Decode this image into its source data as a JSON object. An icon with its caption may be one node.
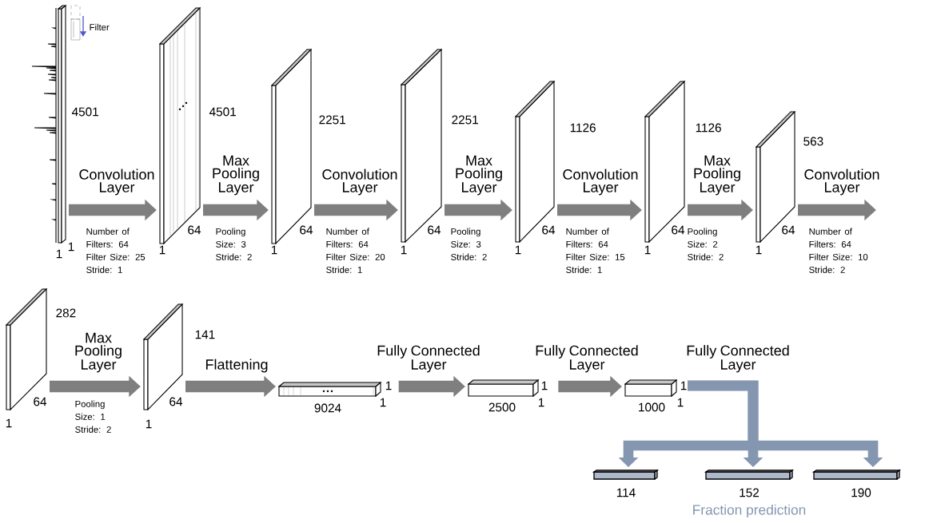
{
  "diagram": {
    "nodes": [
      {
        "text": [],
        "shape": "box",
        "beside": [
          "4501",
          "1",
          "1"
        ]
      },
      {
        "text": [],
        "shape": "box",
        "beside": [
          "4501",
          "64",
          "1"
        ]
      },
      {
        "text": [],
        "shape": "box",
        "beside": [
          "2251",
          "64",
          "1"
        ]
      },
      {
        "text": [],
        "shape": "box",
        "beside": [
          "2251",
          "64",
          "1"
        ]
      },
      {
        "text": [],
        "shape": "box",
        "beside": [
          "1126",
          "64",
          "1"
        ]
      },
      {
        "text": [],
        "shape": "box",
        "beside": [
          "1126",
          "64",
          "1"
        ]
      },
      {
        "text": [],
        "shape": "box",
        "beside": [
          "563",
          "64",
          "1"
        ]
      },
      {
        "text": [],
        "shape": "box",
        "beside": [
          "282",
          "64",
          "1"
        ]
      },
      {
        "text": [],
        "shape": "box",
        "beside": [
          "141",
          "64",
          "1"
        ]
      },
      {
        "text": [],
        "shape": "box",
        "beside": [
          "9024",
          "1",
          "1"
        ]
      },
      {
        "text": [],
        "shape": "box",
        "beside": [
          "2500",
          "1",
          "1"
        ]
      },
      {
        "text": [],
        "shape": "box",
        "beside": [
          "1000",
          "1",
          "1"
        ]
      },
      {
        "text": [],
        "shape": "bar",
        "beside": [
          "114"
        ]
      },
      {
        "text": [],
        "shape": "bar",
        "beside": [
          "152"
        ]
      },
      {
        "text": [],
        "shape": "bar",
        "beside": [
          "190"
        ]
      }
    ],
    "edges": [
      {
        "from": 0,
        "to": 1,
        "arrow": "to",
        "label": "Convolution Layer"
      },
      {
        "from": 1,
        "to": 2,
        "arrow": "to",
        "label": "Max Pooling Layer"
      },
      {
        "from": 2,
        "to": 3,
        "arrow": "to",
        "label": "Convolution Layer"
      },
      {
        "from": 3,
        "to": 4,
        "arrow": "to",
        "label": "Max Pooling Layer"
      },
      {
        "from": 4,
        "to": 5,
        "arrow": "to",
        "label": "Convolution Layer"
      },
      {
        "from": 5,
        "to": 6,
        "arrow": "to",
        "label": "Max Pooling Layer"
      },
      {
        "from": 6,
        "to": null,
        "arrow": "to",
        "label": "Convolution Layer"
      },
      {
        "from": 7,
        "to": 8,
        "arrow": "to",
        "label": "Max Pooling Layer"
      },
      {
        "from": 8,
        "to": 9,
        "arrow": "to",
        "label": "Flattening"
      },
      {
        "from": 9,
        "to": 10,
        "arrow": "to",
        "label": "Fully Connected Layer"
      },
      {
        "from": 10,
        "to": 11,
        "arrow": "to",
        "label": "Fully Connected Layer"
      },
      {
        "from": 11,
        "to": 12,
        "arrow": "to",
        "label": "Fully Connected Layer",
        "color": "#8496b0"
      },
      {
        "from": 11,
        "to": 13,
        "arrow": "to",
        "color": "#8496b0"
      },
      {
        "from": 11,
        "to": 14,
        "arrow": "to",
        "color": "#8496b0"
      }
    ],
    "labels": [
      "Filter",
      "Number of Filters: 64 Filter Size: 25 Stride: 1",
      "Pooling Size: 3 Stride: 2",
      "Number of Filters: 64 Filter Size: 20 Stride: 1",
      "Pooling Size: 3 Stride: 2",
      "Number of Filters: 64 Filter Size: 15 Stride: 1",
      "Pooling Size: 2 Stride: 2",
      "Number of Filters: 64 Filter Size: 10 Stride: 2",
      "Pooling Size: 1 Stride: 2",
      "Fraction prediction"
    ]
  }
}
